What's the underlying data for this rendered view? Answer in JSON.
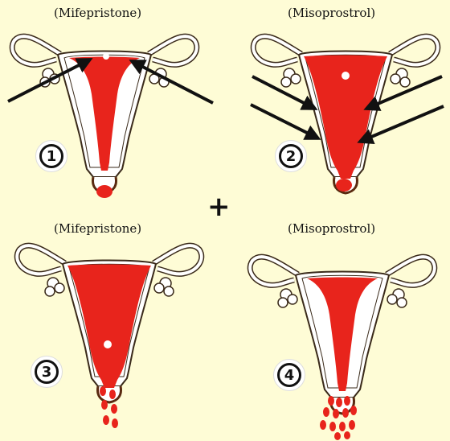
{
  "panels": [
    {
      "caption": "(Mifepristone)",
      "step": "1"
    },
    {
      "caption": "(Misoprostrol)",
      "step": "2"
    },
    {
      "caption": "(Mifepristone)",
      "step": "3"
    },
    {
      "caption": "(Misoprostrol)",
      "step": "4"
    }
  ],
  "operator": "+",
  "colors": {
    "background": "#fefcd6",
    "lining": "#e8241c",
    "outline": "#3a2a1a",
    "arrow": "#111111"
  }
}
